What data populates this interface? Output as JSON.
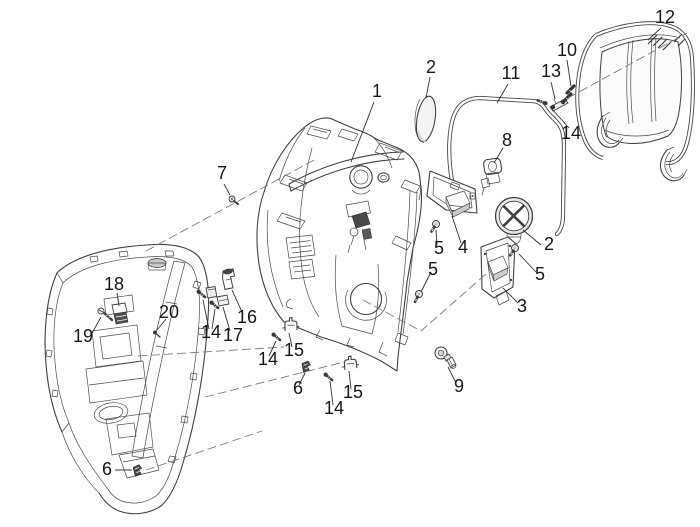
{
  "diagram": {
    "kind": "exploded-parts-diagram",
    "colors": {
      "background": "#ffffff",
      "ink": "#3f3f3f",
      "label": "#161616",
      "shade_light": "#ececec",
      "shade_dark": "#4a4a4a"
    }
  },
  "callouts": [
    {
      "label": "1"
    },
    {
      "label": "2"
    },
    {
      "label": "11"
    },
    {
      "label": "13"
    },
    {
      "label": "10"
    },
    {
      "label": "12"
    },
    {
      "label": "14"
    },
    {
      "label": "8"
    },
    {
      "label": "2"
    },
    {
      "label": "5"
    },
    {
      "label": "3"
    },
    {
      "label": "4"
    },
    {
      "label": "5"
    },
    {
      "label": "5"
    },
    {
      "label": "9"
    },
    {
      "label": "7"
    },
    {
      "label": "18"
    },
    {
      "label": "19"
    },
    {
      "label": "20"
    },
    {
      "label": "14"
    },
    {
      "label": "17"
    },
    {
      "label": "16"
    },
    {
      "label": "15"
    },
    {
      "label": "14"
    },
    {
      "label": "6"
    },
    {
      "label": "15"
    },
    {
      "label": "14"
    },
    {
      "label": "6"
    }
  ]
}
